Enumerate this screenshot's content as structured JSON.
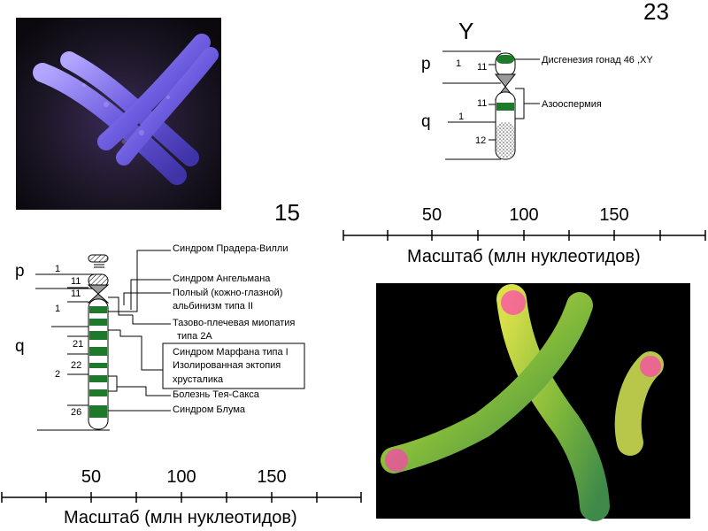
{
  "chromosome_y": {
    "number": "23",
    "name": "Y",
    "arm_p": "p",
    "arm_q": "q",
    "bands": {
      "p_region": "1",
      "p_band": "11",
      "q_band": "11",
      "q_region": "1",
      "q_band2": "12"
    },
    "annotations": [
      "Дисгенезия гонад 46 ,XY",
      "Азооспермия"
    ]
  },
  "chromosome_15": {
    "number": "15",
    "arm_p": "p",
    "arm_q": "q",
    "bands": {
      "p1": "1",
      "p11": "11",
      "q11": "11",
      "q1": "1",
      "q21": "21",
      "q22": "22",
      "q2": "2",
      "q26": "26"
    },
    "annotations": [
      "Синдром Прадера-Вилли",
      "Синдром Ангельмана",
      "Полный (кожно-глазной)",
      "альбинизм типа II",
      "Тазово-плечевая миопатия",
      "типа 2А",
      "Синдром Марфана типа I",
      "Изолированная эктопия",
      "хрусталика",
      "Болезнь Тея-Сакса",
      "Синдром Блума"
    ]
  },
  "scale": {
    "title": "Масштаб (млн  нуклеотидов)",
    "ticks": [
      "50",
      "100",
      "150"
    ]
  },
  "colors": {
    "band_green": "#1e7a2a",
    "centromere": "#999999",
    "photo1_bg": "#141018",
    "photo1_chromo": "#7b6fe0",
    "photo2_bg": "#000000",
    "photo2_chromo": "#8fc23a"
  }
}
